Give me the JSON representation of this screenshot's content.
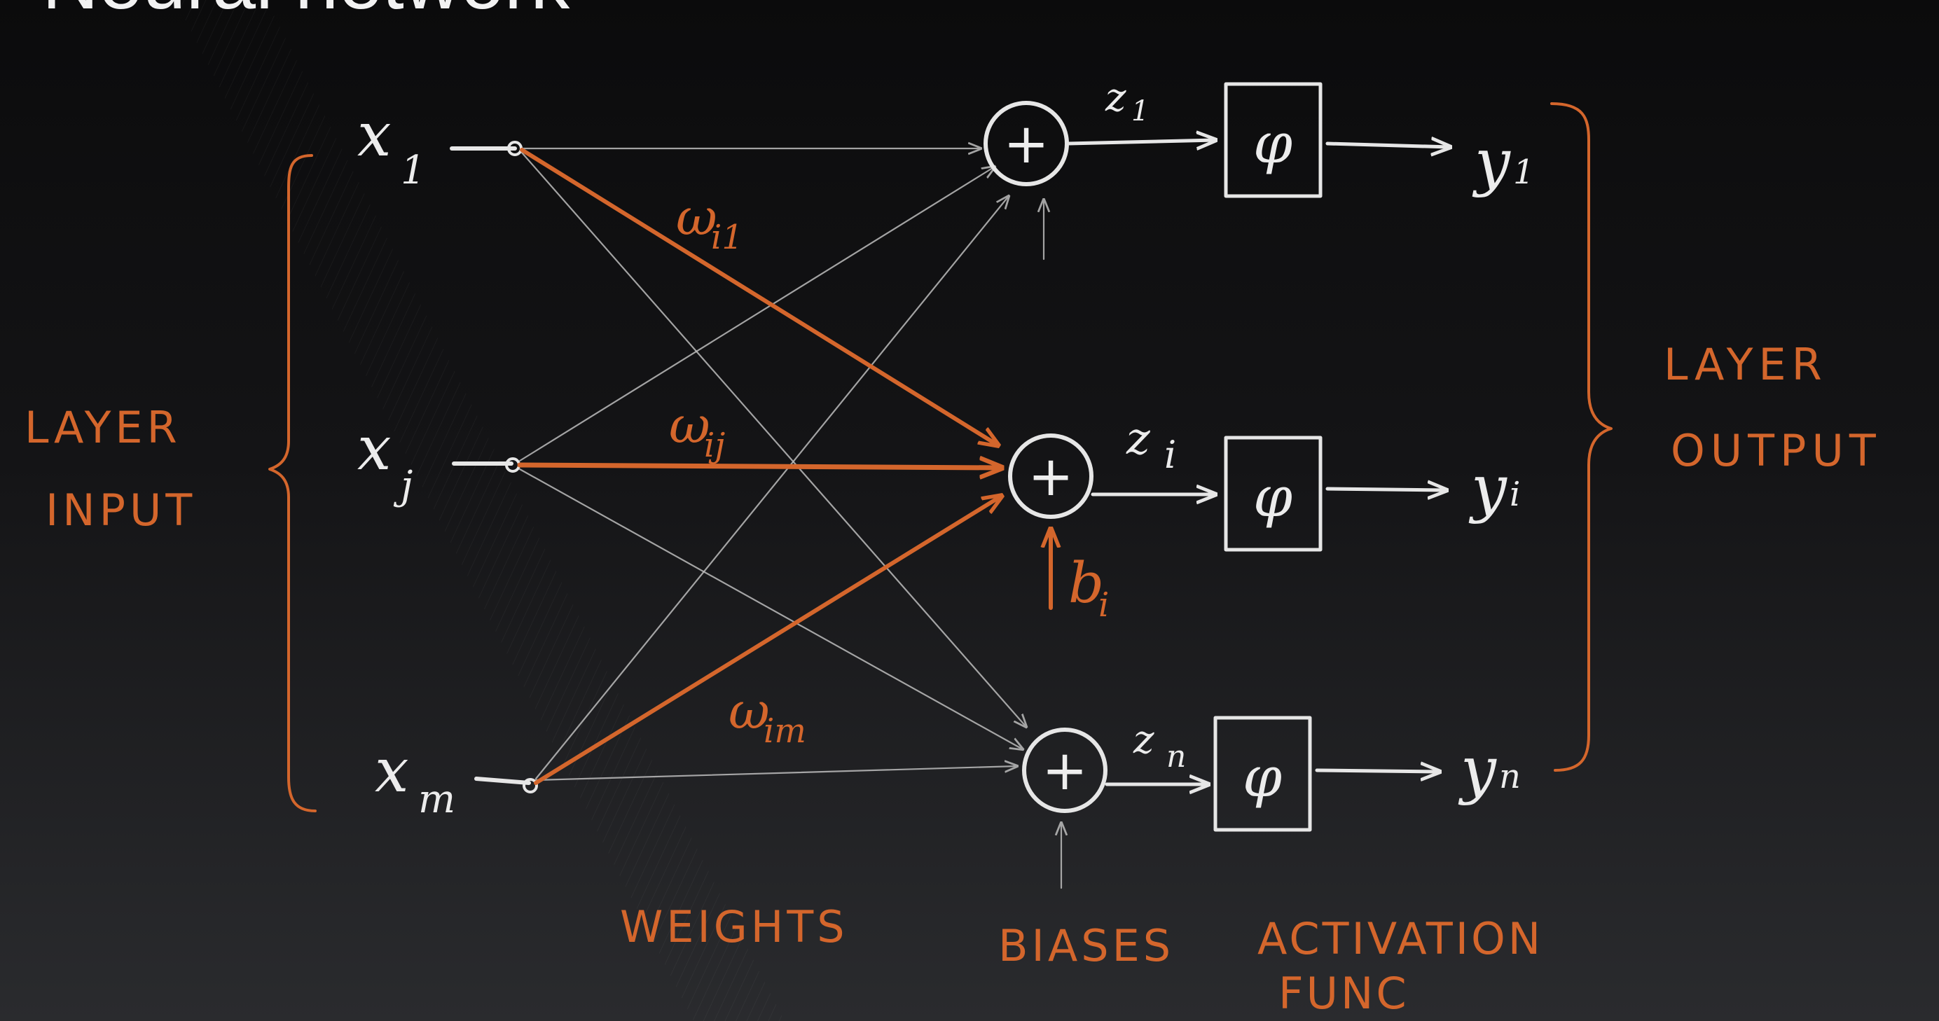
{
  "title": "Neural network",
  "inputs": [
    {
      "name": "x",
      "sub": "1"
    },
    {
      "name": "x",
      "sub": "j"
    },
    {
      "name": "x",
      "sub": "m"
    }
  ],
  "sums": [
    {
      "symbol": "+",
      "z": "z",
      "zsub": "1"
    },
    {
      "symbol": "+",
      "z": "z",
      "zsub": "i"
    },
    {
      "symbol": "+",
      "z": "z",
      "zsub": "n"
    }
  ],
  "activation_symbol": "φ",
  "outputs": [
    {
      "name": "y",
      "sub": "1"
    },
    {
      "name": "y",
      "sub": "i"
    },
    {
      "name": "y",
      "sub": "n"
    }
  ],
  "weights": [
    {
      "name": "ω",
      "sub": "i1"
    },
    {
      "name": "ω",
      "sub": "ij"
    },
    {
      "name": "ω",
      "sub": "im"
    }
  ],
  "bias": {
    "name": "b",
    "sub": "i"
  },
  "labels": {
    "layer_input": [
      "LAYER",
      "INPUT"
    ],
    "layer_output": [
      "LAYER",
      "OUTPUT"
    ],
    "weights": "WEIGHTS",
    "biases": "BIASES",
    "activation": [
      "ACTIVATION",
      "FUNC"
    ]
  },
  "colors": {
    "accent": "#d4662c",
    "chalk": "#e6e6e6"
  }
}
